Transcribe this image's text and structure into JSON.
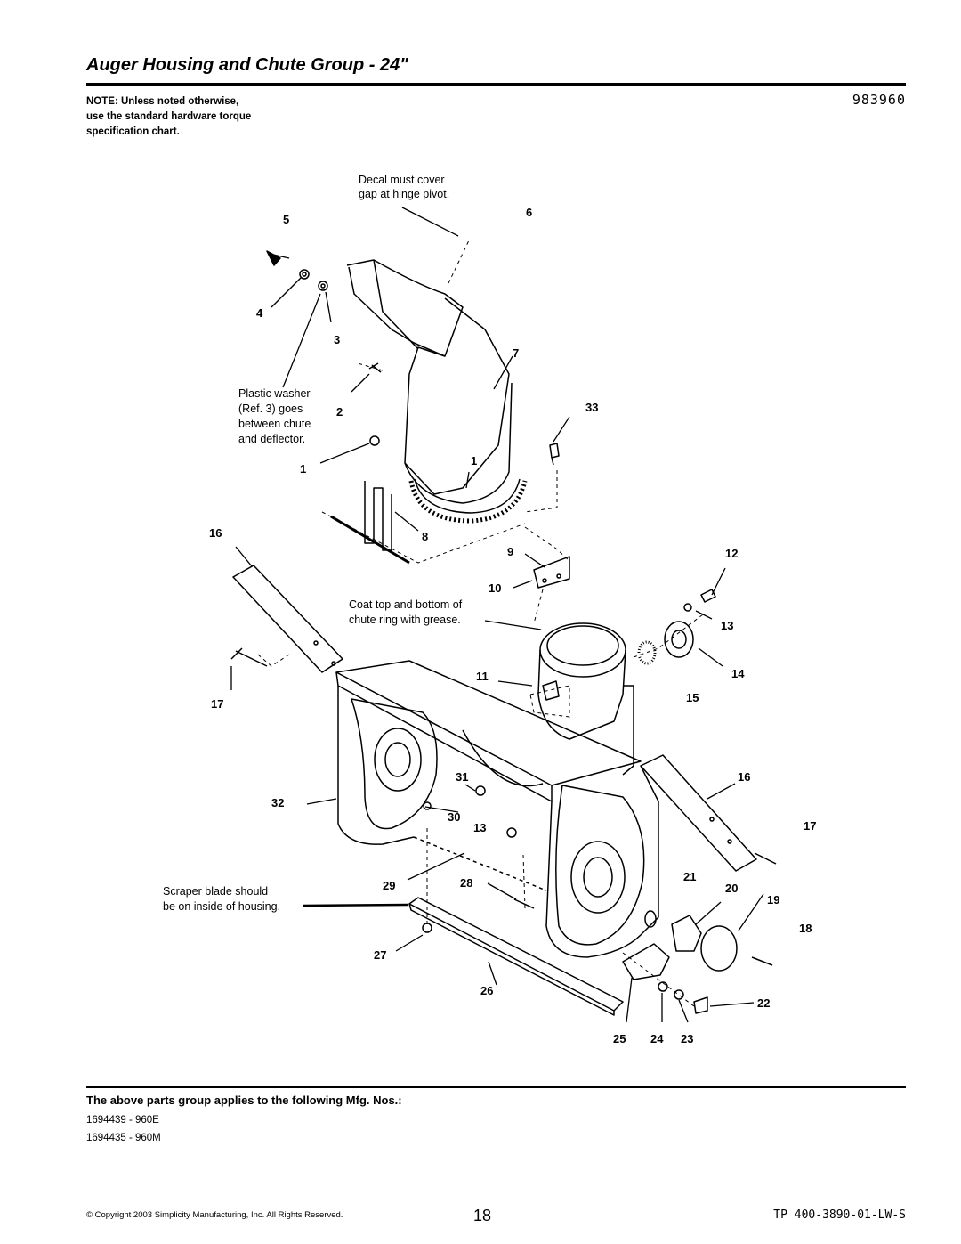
{
  "header": {
    "title": "Auger Housing and Chute Group - 24\"",
    "ref_number": "983960",
    "note": "NOTE: Unless noted otherwise,\nuse the standard hardware torque\nspecification chart."
  },
  "diagram": {
    "labels": {
      "decal": [
        "Decal must cover",
        "gap at hinge pivot."
      ],
      "washer": [
        "Plastic washer",
        "(Ref. 3) goes",
        "between chute",
        "and deflector."
      ],
      "grease": [
        "Coat top and bottom of",
        "chute ring with grease."
      ],
      "scraper": [
        "Scraper blade should",
        "be on inside of housing."
      ]
    },
    "callouts": {
      "c5": "5",
      "c6": "6",
      "c4": "4",
      "c3": "3",
      "c7": "7",
      "c2": "2",
      "c33": "33",
      "c1a": "1",
      "c1b": "1",
      "c16a": "16",
      "c8": "8",
      "c9": "9",
      "c12": "12",
      "c10": "10",
      "c13a": "13",
      "c11": "11",
      "c14": "14",
      "c17a": "17",
      "c15": "15",
      "c31": "31",
      "c16b": "16",
      "c32": "32",
      "c30": "30",
      "c13b": "13",
      "c17b": "17",
      "c21": "21",
      "c29": "29",
      "c28": "28",
      "c20": "20",
      "c19": "19",
      "c18": "18",
      "c27": "27",
      "c26": "26",
      "c22": "22",
      "c25": "25",
      "c24": "24",
      "c23": "23"
    }
  },
  "applies": {
    "heading": "The above parts group applies to the following Mfg. Nos.:",
    "mfg_numbers": [
      "1694439 - 960E",
      "1694435 - 960M"
    ]
  },
  "footer": {
    "copyright": "© Copyright 2003 Simplicity Manufacturing, Inc. All Rights Reserved.",
    "page_number": "18",
    "doc_code": "TP 400-3890-01-LW-S"
  }
}
